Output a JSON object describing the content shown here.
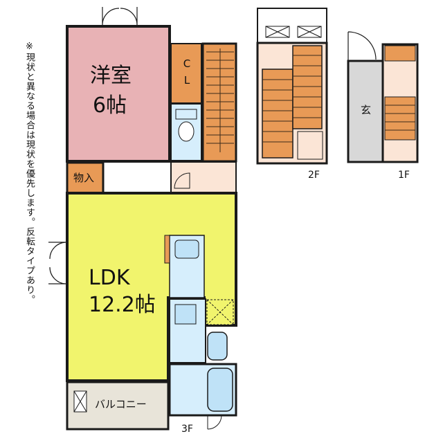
{
  "note": "※現状と異なる場合は現状を優先します。反転タイプあり。",
  "rooms": {
    "western": {
      "name": "洋室",
      "size": "6帖"
    },
    "closet": "CL",
    "storage": "物入",
    "ldk": {
      "name": "LDK",
      "size": "12.2帖"
    },
    "balcony": "バルコニー",
    "entrance": "玄"
  },
  "floors": {
    "third": "3F",
    "second": "2F",
    "first": "1F"
  },
  "colors": {
    "western": "#e8b2b5",
    "ldk": "#f1f46d",
    "closet": "#e89a56",
    "stairs": "#e89a56",
    "wet": "#d6eefc",
    "hall": "#fbe5d6",
    "balcony": "#e8e4d9",
    "entrance": "#d8d8d8",
    "wall": "#1a1a1a"
  }
}
